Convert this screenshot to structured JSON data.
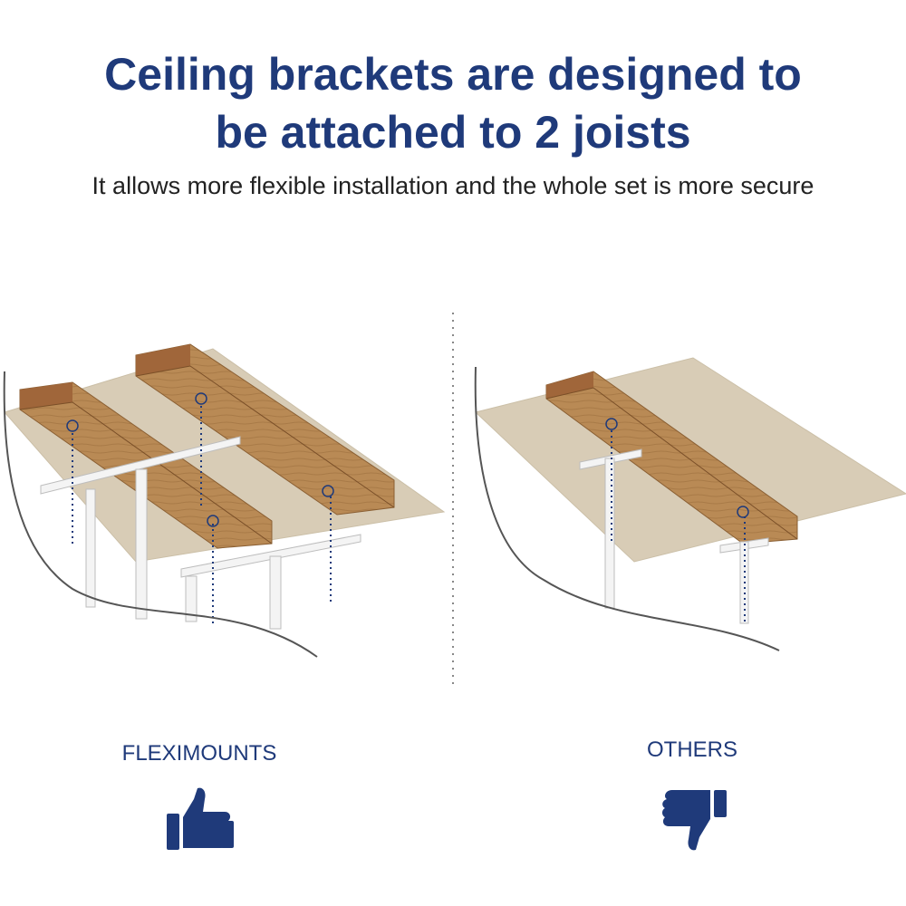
{
  "heading": {
    "line1": "Ceiling brackets are designed to",
    "line2": "be attached to 2 joists"
  },
  "subheading": "It allows more flexible installation and the whole set is more secure",
  "comparison": {
    "left_label": "FLEXIMOUNTS",
    "right_label": "OTHERS"
  },
  "colors": {
    "brand": "#1f3a7a",
    "drywall": "#d8ccb6",
    "joist": "#b98a55",
    "bracket": "#f4f4f4"
  },
  "icons": {
    "left": "thumbs-up-icon",
    "right": "thumbs-down-icon"
  }
}
